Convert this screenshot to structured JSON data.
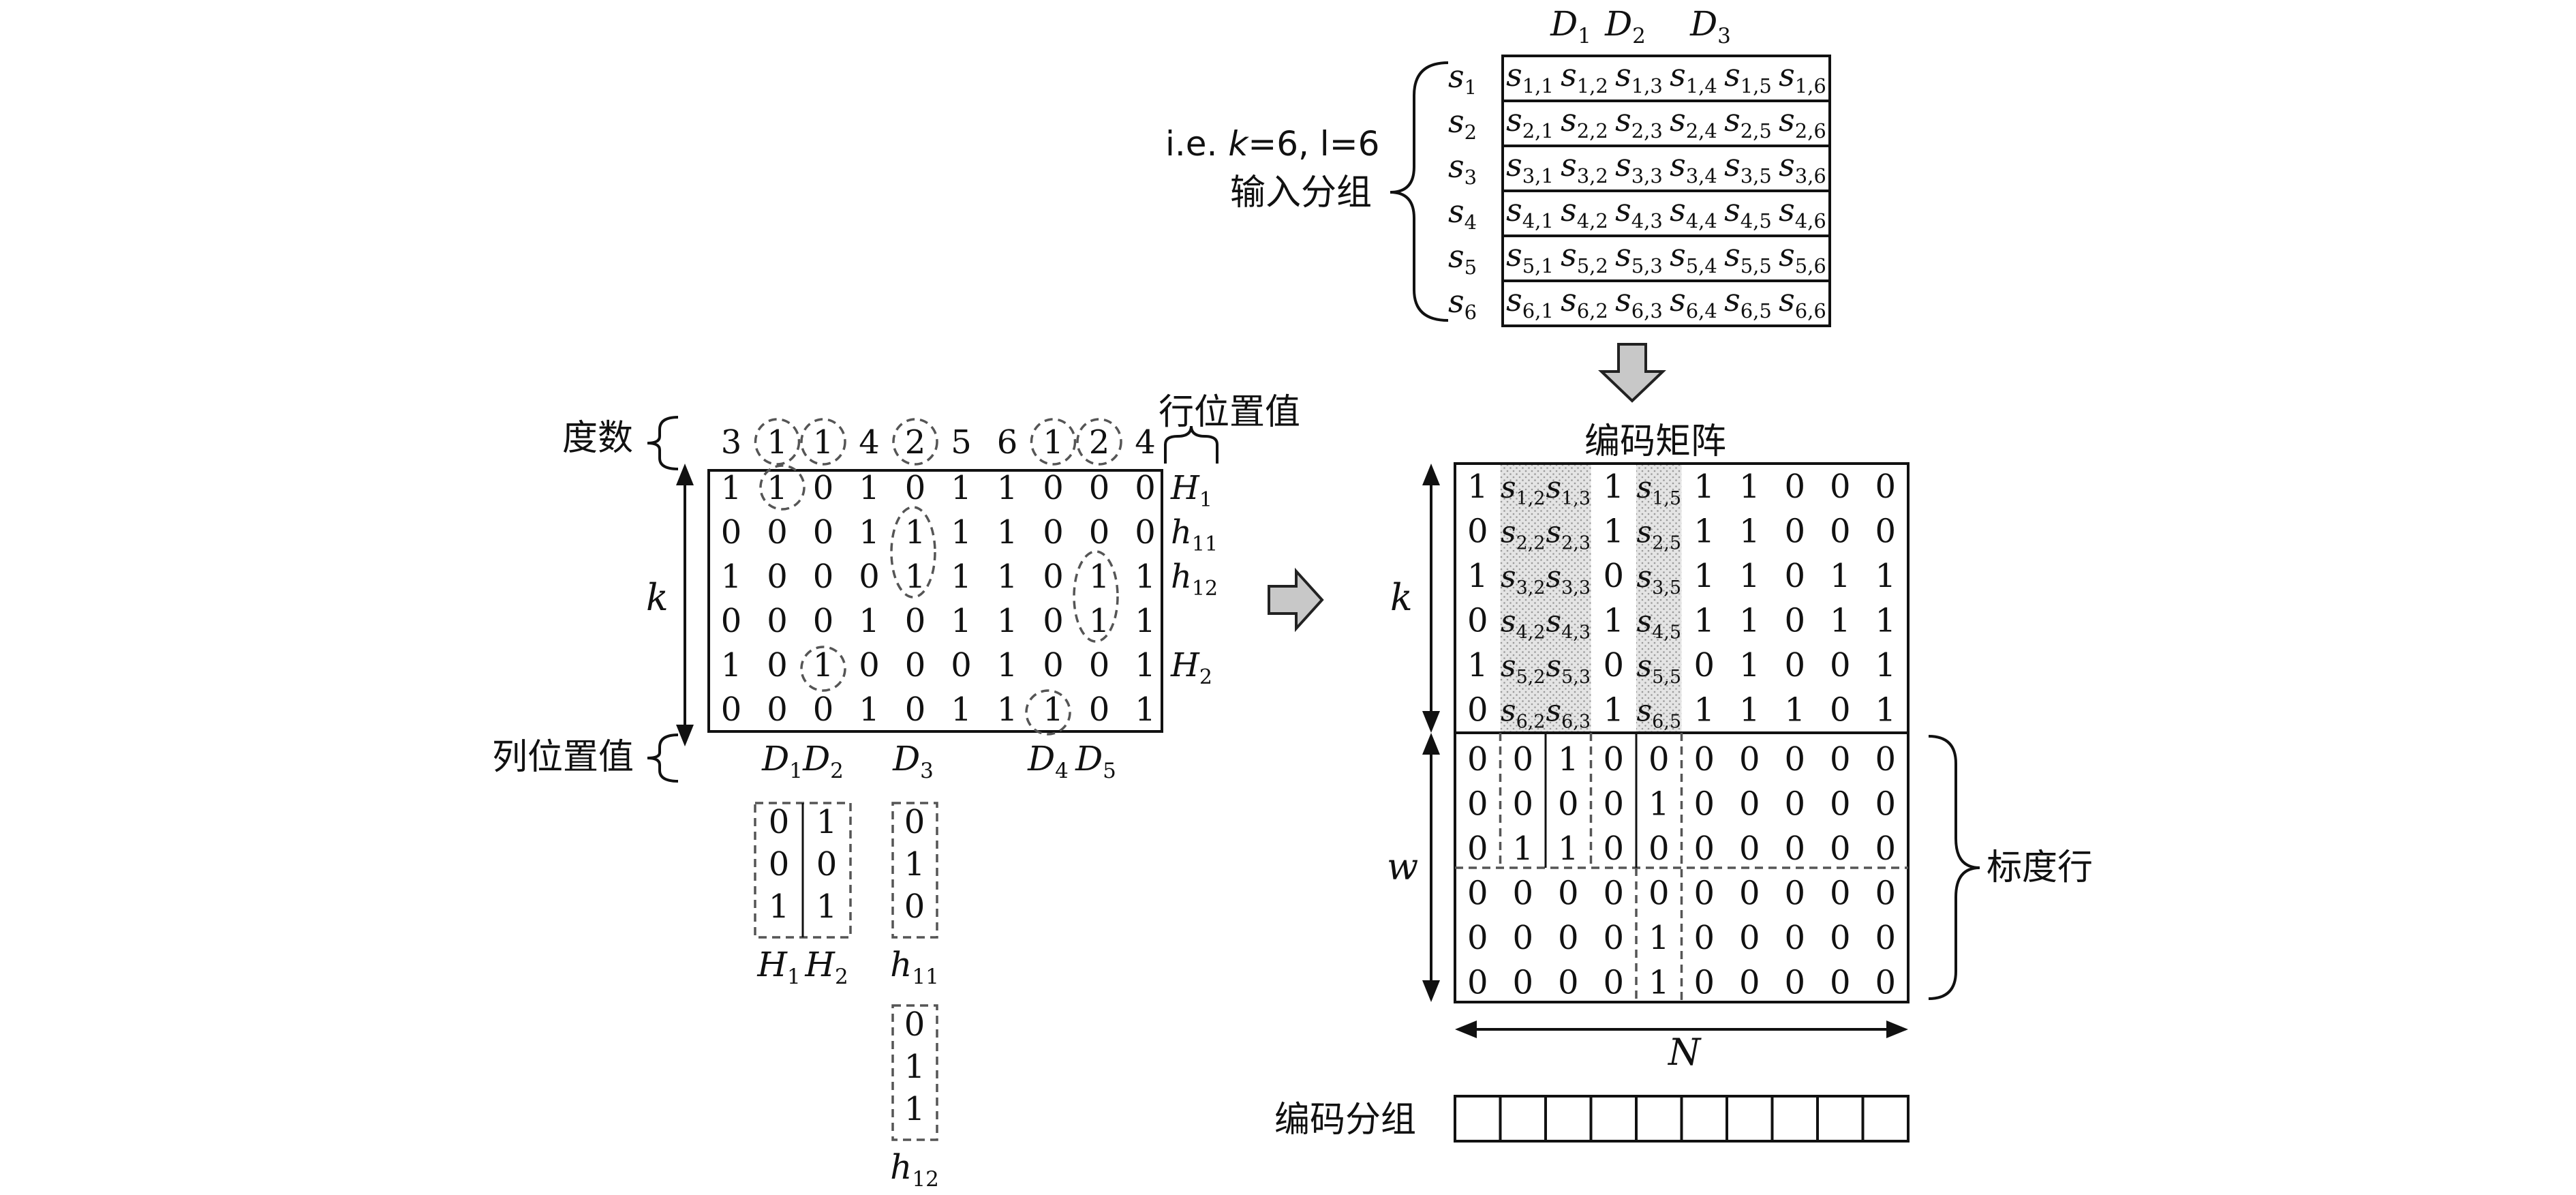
{
  "input": {
    "note": "i.e. k=6, l=6",
    "label": "输入分组",
    "col_labels": [
      "D1",
      "D2",
      "D3"
    ],
    "row_labels": [
      "s1",
      "s2",
      "s3",
      "s4",
      "s5",
      "s6"
    ],
    "cells": [
      [
        "s1,1",
        "s1,2",
        "s1,3",
        "s1,4",
        "s1,5",
        "s1,6"
      ],
      [
        "s2,1",
        "s2,2",
        "s2,3",
        "s2,4",
        "s2,5",
        "s2,6"
      ],
      [
        "s3,1",
        "s3,2",
        "s3,3",
        "s3,4",
        "s3,5",
        "s3,6"
      ],
      [
        "s4,1",
        "s4,2",
        "s4,3",
        "s4,4",
        "s4,5",
        "s4,6"
      ],
      [
        "s5,1",
        "s5,2",
        "s5,3",
        "s5,4",
        "s5,5",
        "s5,6"
      ],
      [
        "s6,1",
        "s6,2",
        "s6,3",
        "s6,4",
        "s6,5",
        "s6,6"
      ]
    ]
  },
  "left": {
    "degree_label": "度数",
    "degrees": [
      "3",
      "1",
      "1",
      "4",
      "2",
      "5",
      "6",
      "1",
      "2",
      "4"
    ],
    "degree_circled": [
      1,
      2,
      4,
      7,
      8
    ],
    "row_pos_label": "行位置值",
    "col_pos_label": "列位置值",
    "k_label": "k",
    "matrix": [
      [
        "1",
        "1",
        "0",
        "1",
        "0",
        "1",
        "1",
        "0",
        "0",
        "0"
      ],
      [
        "0",
        "0",
        "0",
        "1",
        "1",
        "1",
        "1",
        "0",
        "0",
        "0"
      ],
      [
        "1",
        "0",
        "0",
        "0",
        "1",
        "1",
        "1",
        "0",
        "1",
        "1"
      ],
      [
        "0",
        "0",
        "0",
        "1",
        "0",
        "1",
        "1",
        "0",
        "1",
        "1"
      ],
      [
        "1",
        "0",
        "1",
        "0",
        "0",
        "0",
        "1",
        "0",
        "0",
        "1"
      ],
      [
        "0",
        "0",
        "0",
        "1",
        "0",
        "1",
        "1",
        "1",
        "0",
        "1"
      ]
    ],
    "row_tags": [
      "H1",
      "h11",
      "h12",
      "",
      "H2",
      ""
    ],
    "col_tags": [
      "D1",
      "D2",
      "D3",
      "D4",
      "D5"
    ],
    "vec_H1": [
      "0",
      "0",
      "1"
    ],
    "vec_H2": [
      "1",
      "0",
      "1"
    ],
    "vec_h11": [
      "0",
      "1",
      "0"
    ],
    "vec_h12": [
      "0",
      "1",
      "1"
    ],
    "vec_labels": [
      "H1",
      "H2",
      "h11",
      "h12"
    ]
  },
  "right": {
    "title": "编码矩阵",
    "k_label": "k",
    "w_label": "w",
    "n_label": "N",
    "scale_label": "标度行",
    "top_rows": [
      [
        "1",
        "s1,2",
        "s1,3",
        "1",
        "s1,5",
        "1",
        "1",
        "0",
        "0",
        "0"
      ],
      [
        "0",
        "s2,2",
        "s2,3",
        "1",
        "s2,5",
        "1",
        "1",
        "0",
        "0",
        "0"
      ],
      [
        "1",
        "s3,2",
        "s3,3",
        "0",
        "s3,5",
        "1",
        "1",
        "0",
        "1",
        "1"
      ],
      [
        "0",
        "s4,2",
        "s4,3",
        "1",
        "s4,5",
        "1",
        "1",
        "0",
        "1",
        "1"
      ],
      [
        "1",
        "s5,2",
        "s5,3",
        "0",
        "s5,5",
        "0",
        "1",
        "0",
        "0",
        "1"
      ],
      [
        "0",
        "s6,2",
        "s6,3",
        "1",
        "s6,5",
        "1",
        "1",
        "1",
        "0",
        "1"
      ]
    ],
    "bottom_rows": [
      [
        "0",
        "0",
        "1",
        "0",
        "0",
        "0",
        "0",
        "0",
        "0",
        "0"
      ],
      [
        "0",
        "0",
        "0",
        "0",
        "1",
        "0",
        "0",
        "0",
        "0",
        "0"
      ],
      [
        "0",
        "1",
        "1",
        "0",
        "0",
        "0",
        "0",
        "0",
        "0",
        "0"
      ],
      [
        "0",
        "0",
        "0",
        "0",
        "0",
        "0",
        "0",
        "0",
        "0",
        "0"
      ],
      [
        "0",
        "0",
        "0",
        "0",
        "1",
        "0",
        "0",
        "0",
        "0",
        "0"
      ],
      [
        "0",
        "0",
        "0",
        "0",
        "1",
        "0",
        "0",
        "0",
        "0",
        "0"
      ]
    ]
  },
  "output": {
    "label": "编码分组",
    "cells": 10
  }
}
